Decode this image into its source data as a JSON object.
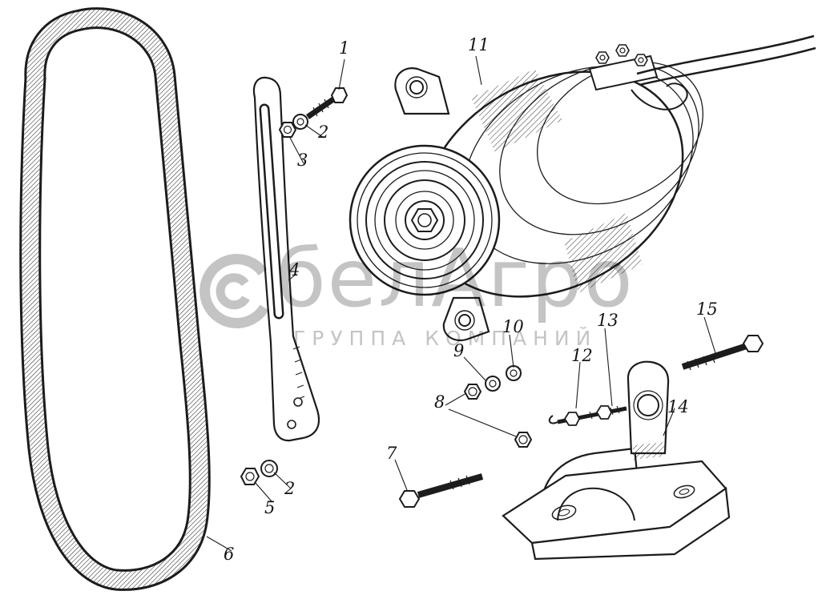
{
  "figure": {
    "kind": "exploded-parts-diagram",
    "subject": "Alternator with V-belt, tension arm, fasteners and mounting bracket",
    "ink_color": "#1c1c1c",
    "paper_color": "#ffffff"
  },
  "watermark": {
    "brand": "белАгро",
    "subtitle": "ГРУППА КОМПАНИЙ",
    "color": "#c4c4c4"
  },
  "callouts": [
    {
      "label": "1"
    },
    {
      "label": "2"
    },
    {
      "label": "3"
    },
    {
      "label": "4"
    },
    {
      "label": "11"
    },
    {
      "label": "10"
    },
    {
      "label": "9"
    },
    {
      "label": "8"
    },
    {
      "label": "12"
    },
    {
      "label": "13"
    },
    {
      "label": "15"
    },
    {
      "label": "14"
    },
    {
      "label": "7"
    },
    {
      "label": "5"
    },
    {
      "label": "2"
    },
    {
      "label": "6"
    }
  ]
}
